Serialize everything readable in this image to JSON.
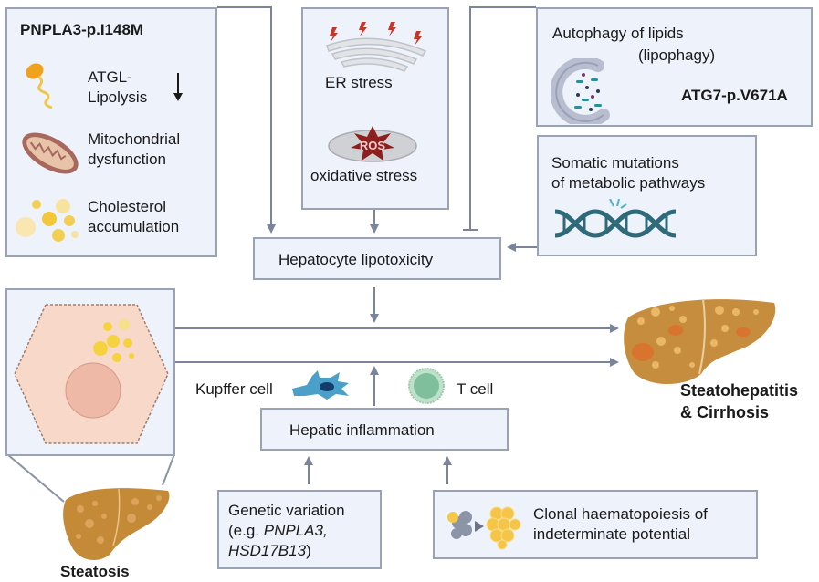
{
  "colors": {
    "box_fill": "#eef3fb",
    "box_border": "#9aa3b5",
    "arrow": "#7b849a",
    "text": "#1a1a1a"
  },
  "pnpla3_box": {
    "title": "PNPLA3-p.I148M",
    "items": [
      {
        "icon": "lipid-droplet-icon",
        "line1": "ATGL-",
        "line2": "Lipolysis",
        "indicator": "down-arrow-icon"
      },
      {
        "icon": "mitochondrion-icon",
        "line1": "Mitochondrial",
        "line2": "dysfunction"
      },
      {
        "icon": "cholesterol-droplets-icon",
        "line1": "Cholesterol",
        "line2": "accumulation"
      }
    ]
  },
  "stress_box": {
    "items": [
      {
        "icon": "endoplasmic-reticulum-icon",
        "label": "ER stress"
      },
      {
        "icon": "ros-mitochondrion-icon",
        "badge": "ROS",
        "label": "oxidative stress"
      }
    ]
  },
  "autophagy_box": {
    "line1": "Autophagy of lipids",
    "line2": "(lipophagy)",
    "icon": "autophagosome-icon",
    "inhibitor": "ATG7-p.V671A"
  },
  "somatic_box": {
    "line1": "Somatic mutations",
    "line2": "of metabolic pathways",
    "icon": "dna-helix-icon"
  },
  "lipotoxicity_box": {
    "label": "Hepatocyte lipotoxicity"
  },
  "hepatocyte_panel": {
    "icon": "hepatocyte-cell-icon"
  },
  "steatosis": {
    "label": "Steatosis",
    "icon": "fatty-liver-icon"
  },
  "cirrhosis": {
    "line1": "Steatohepatitis",
    "line2": "& Cirrhosis",
    "icon": "cirrhotic-liver-icon"
  },
  "inflammation": {
    "label": "Hepatic inflammation",
    "kupffer_label": "Kupffer cell",
    "tcell_label": "T cell"
  },
  "genetic_box": {
    "line1": "Genetic variation",
    "line2_prefix": "(e.g. ",
    "line2_italic": "PNPLA3,",
    "line3_italic": "HSD17B13",
    "line3_suffix": ")"
  },
  "chip_box": {
    "line1": "Clonal haematopoiesis of",
    "line2": "indeterminate potential",
    "icon": "clonal-expansion-icon"
  }
}
